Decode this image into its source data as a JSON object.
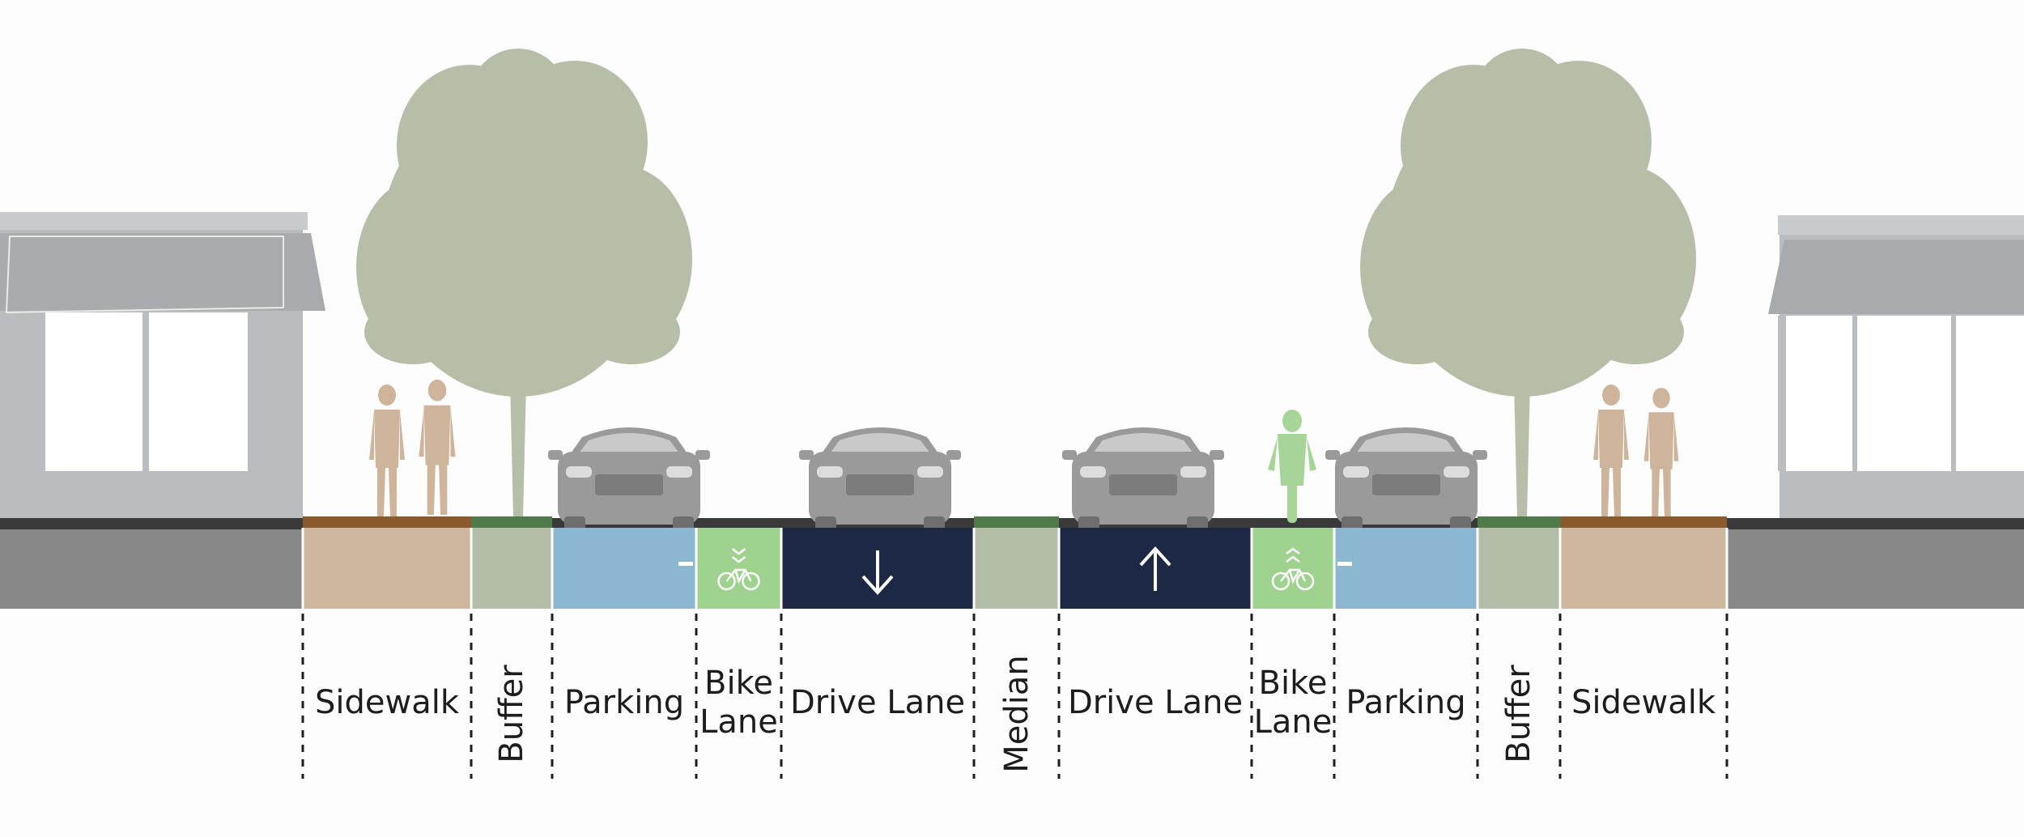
{
  "colors": {
    "sidewalk": "#cfb79d",
    "sidewalk_top": "#8a5a2c",
    "buffer": "#b4bda8",
    "buffer_top": "#4f7a4a",
    "parking": "#8bb7d0",
    "bike": "#9fd28f",
    "drive": "#1c2844",
    "building": "#bbbcbf",
    "curb": "#3a3a3a",
    "ground": "#888888",
    "tree": "#b6bea8",
    "person": "#cdb49b",
    "car": "#9a9a9a",
    "cyclist": "#a6d597"
  },
  "segments": [
    {
      "label": "Sidewalk",
      "type": "sidewalk",
      "orientation": "horizontal"
    },
    {
      "label": "Buffer",
      "type": "buffer",
      "orientation": "vertical"
    },
    {
      "label": "Parking",
      "type": "parking",
      "orientation": "horizontal"
    },
    {
      "label": "Bike\nLane",
      "type": "bike",
      "orientation": "horizontal",
      "icon": "bike-down-icon"
    },
    {
      "label": "Drive Lane",
      "type": "drive",
      "orientation": "horizontal",
      "icon": "arrow-down-icon"
    },
    {
      "label": "Median",
      "type": "buffer",
      "orientation": "vertical"
    },
    {
      "label": "Drive Lane",
      "type": "drive",
      "orientation": "horizontal",
      "icon": "arrow-up-icon"
    },
    {
      "label": "Bike\nLane",
      "type": "bike",
      "orientation": "horizontal",
      "icon": "bike-up-icon"
    },
    {
      "label": "Parking",
      "type": "parking",
      "orientation": "horizontal"
    },
    {
      "label": "Buffer",
      "type": "buffer",
      "orientation": "vertical"
    },
    {
      "label": "Sidewalk",
      "type": "sidewalk",
      "orientation": "horizontal"
    }
  ],
  "figures": {
    "buildings": [
      "building-left",
      "building-right"
    ],
    "trees": [
      "tree-left",
      "tree-right"
    ],
    "cars": [
      "car-parked-left",
      "car-southbound",
      "car-northbound",
      "car-parked-right"
    ],
    "people": [
      "pedestrian-pair-left",
      "pedestrian-pair-right"
    ],
    "cyclists": [
      "cyclist-right"
    ]
  }
}
